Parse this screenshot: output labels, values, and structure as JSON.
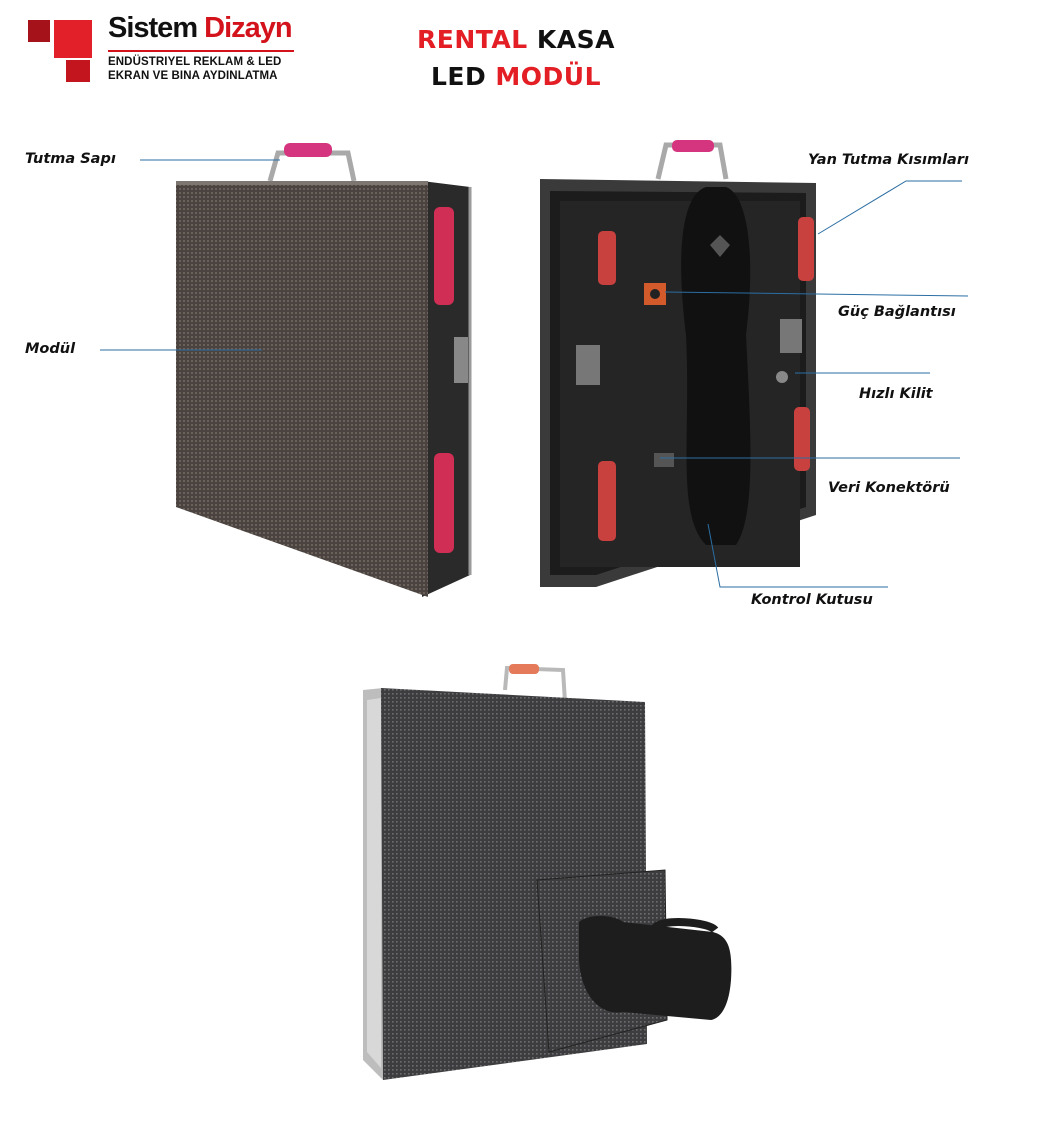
{
  "brand": {
    "name_part1": "Sistem",
    "name_part2": "Dizayn",
    "tagline_line1": "ENDÜSTRIYEL REKLAM & LED",
    "tagline_line2": "EKRAN VE BINA AYDINLATMA",
    "colors": {
      "red": "#d3121b",
      "dark": "#111111"
    }
  },
  "title": {
    "line1_highlight": "RENTAL",
    "line1_rest": "KASA",
    "line2_rest": "LED",
    "line2_highlight": "MODÜL",
    "colors": {
      "highlight": "#e31e24",
      "base": "#111111"
    }
  },
  "labels": {
    "handle": "Tutma Sapı",
    "module": "Modül",
    "side_grips": "Yan Tutma Kısımları",
    "power_connection": "Güç Bağlantısı",
    "quick_lock": "Hızlı Kilit",
    "data_connector": "Veri Konektörü",
    "control_box": "Kontrol Kutusu"
  },
  "colors": {
    "leader_line": "#2b6ea3",
    "grip_red": "#c9413f",
    "handle_pink": "#d4357e"
  }
}
